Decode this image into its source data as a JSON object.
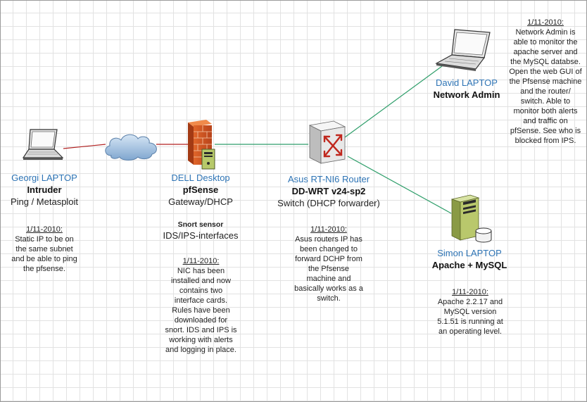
{
  "nodes": {
    "georgi": {
      "name": "Georgi LAPTOP",
      "role": "Intruder",
      "desc": "Ping / Metasploit"
    },
    "dell": {
      "name": "DELL Desktop",
      "role": "pfSense",
      "desc": "Gateway/DHCP"
    },
    "asus": {
      "name": "Asus RT-NI6 Router",
      "role": "DD-WRT v24-sp2",
      "desc": "Switch (DHCP forwarder)"
    },
    "david": {
      "name": "David LAPTOP",
      "role": "Network Admin"
    },
    "simon": {
      "name": "Simon LAPTOP",
      "role": "Apache + MySQL"
    }
  },
  "snort": {
    "title": "Snort sensor",
    "subtitle": "IDS/IPS-interfaces"
  },
  "notes": {
    "georgi": {
      "date": "1/11-2010:",
      "text": "Static IP to be on the same subnet and be able to ping the pfsense."
    },
    "dell": {
      "date": "1/11-2010:",
      "text": "NIC has been installed and now contains two interface cards. Rules have been downloaded for snort. IDS and IPS is working with alerts and logging in place."
    },
    "asus": {
      "date": "1/11-2010:",
      "text": "Asus routers IP has been changed to forward DCHP from the Pfsense machine and basically works as a switch."
    },
    "david": {
      "date": "1/11-2010:",
      "text": "Network Admin is able to monitor the apache server and the MySQL databse. Open the web GUI of the Pfsense machine and the router/ switch. Able to monitor both alerts and traffic on pfSense. See who is blocked from IPS."
    },
    "simon": {
      "date": "1/11-2010:",
      "text": "Apache 2.2.17 and MySQL version 5.1.51 is running at an operating level."
    }
  },
  "icons": [
    "laptop-icon",
    "cloud-icon",
    "firewall-icon",
    "router-icon",
    "server-icon",
    "database-icon"
  ],
  "colors": {
    "red_link": "#b22222",
    "green_link": "#2e9e6a",
    "node_name": "#2e74b5"
  }
}
